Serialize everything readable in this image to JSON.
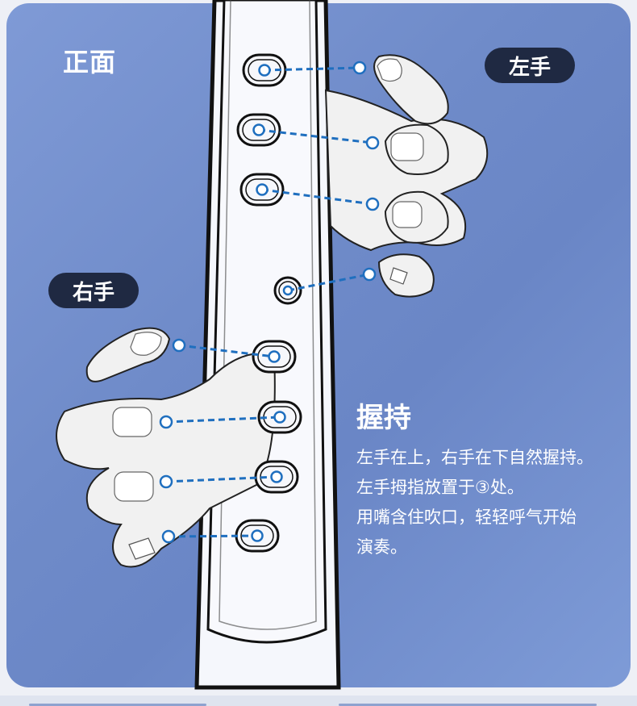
{
  "labels": {
    "front": "正面",
    "left_hand": "左手",
    "right_hand": "右手"
  },
  "instruction": {
    "heading": "握持",
    "lines": [
      "左手在上，右手在下自然握持。",
      "左手拇指放置于③处。",
      "用嘴含住吹口，轻轻呼气开始",
      "演奏。"
    ]
  },
  "colors": {
    "background": "#7390ce",
    "pill_bg": "#1f2942",
    "dash_line": "#1f6fbf",
    "instrument_body": "#f4f6fb"
  }
}
